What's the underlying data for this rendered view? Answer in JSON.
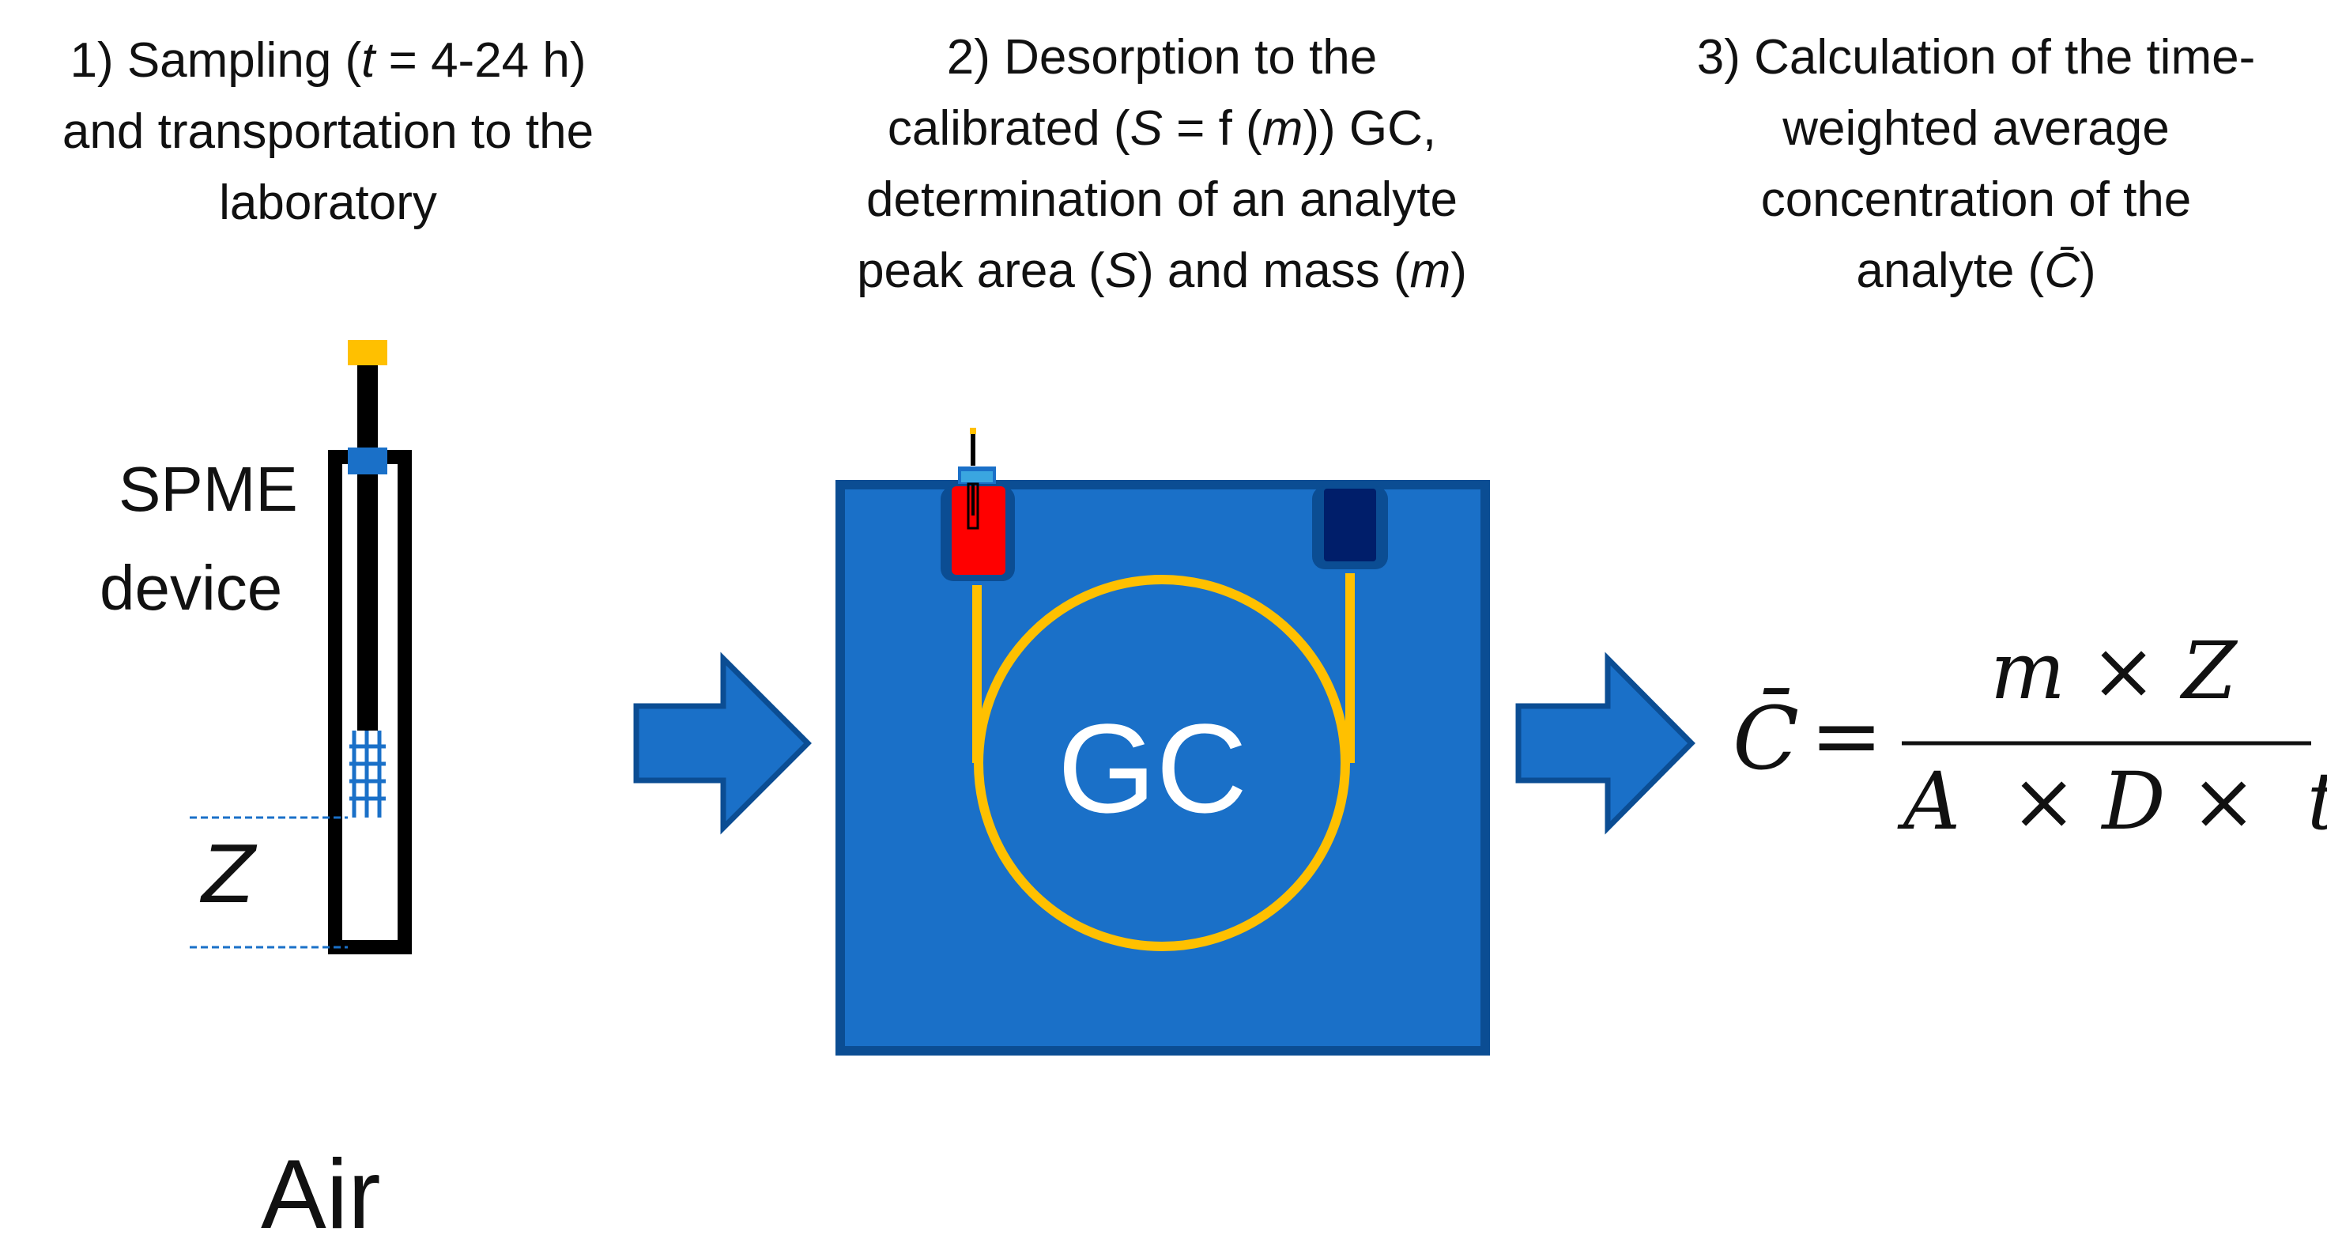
{
  "steps": [
    {
      "lines": [
        [
          "1) Sampling (",
          {
            "i": "t"
          },
          " = 4-24 h)"
        ],
        [
          "and transportation  to the"
        ],
        [
          "laboratory"
        ]
      ]
    },
    {
      "lines": [
        [
          "2) Desorption to the"
        ],
        [
          "calibrated (",
          {
            "i": "S"
          },
          " = f (",
          {
            "i": "m"
          },
          ")) GC,"
        ],
        [
          "determination  of an analyte"
        ],
        [
          "peak area (",
          {
            "i": "S"
          },
          ") and mass (",
          {
            "i": "m"
          },
          ")"
        ]
      ]
    },
    {
      "lines": [
        [
          "3) Calculation of the time-"
        ],
        [
          "weighted average"
        ],
        [
          "concentration of the"
        ],
        [
          "analyte (",
          {
            "i": "C̄"
          },
          ")"
        ]
      ]
    }
  ],
  "device_label_line1": "SPME",
  "device_label_line2": "device",
  "z_label": "Z",
  "air_label": "Air",
  "gc_label": "GC",
  "formula": {
    "lhs": "C̄",
    "equals": "=",
    "numerator": "m × Z",
    "denominator": "A  × D ×  t"
  },
  "colors": {
    "gc_body": "#1a70c8",
    "gc_border": "#0b4d93",
    "arrow_fill": "#1a70c8",
    "arrow_border": "#0b4d93",
    "column": "#ffc000",
    "injector": "#ff0000",
    "detector": "#001e6a",
    "plunger_cap": "#ffc000",
    "needle_guide": "#1a70c8",
    "fiber_grid": "#1a70c8"
  }
}
